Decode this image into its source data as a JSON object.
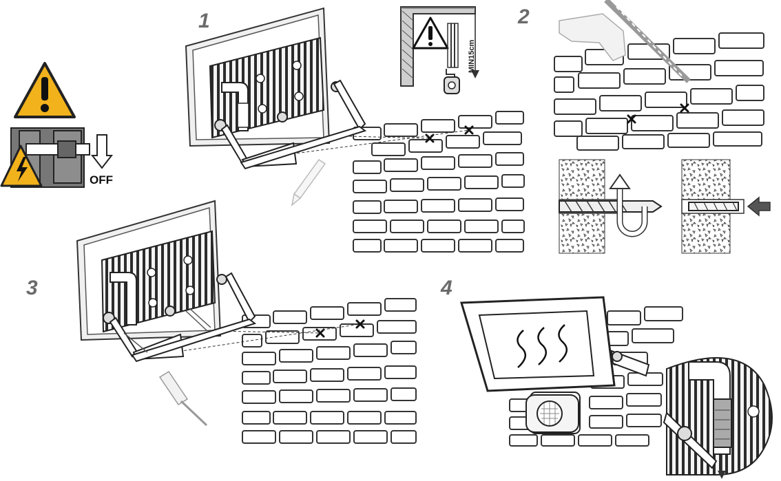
{
  "steps": [
    {
      "number": "1"
    },
    {
      "number": "2"
    },
    {
      "number": "3"
    },
    {
      "number": "4"
    }
  ],
  "warning": {
    "off_label": "OFF",
    "clearance_label": "MIN15cm"
  },
  "colors": {
    "warning_yellow": "#f2b21c",
    "line": "#333333",
    "light_gray": "#e6e6e6",
    "mid_gray": "#9a9a9a",
    "dark_gray": "#555555"
  }
}
